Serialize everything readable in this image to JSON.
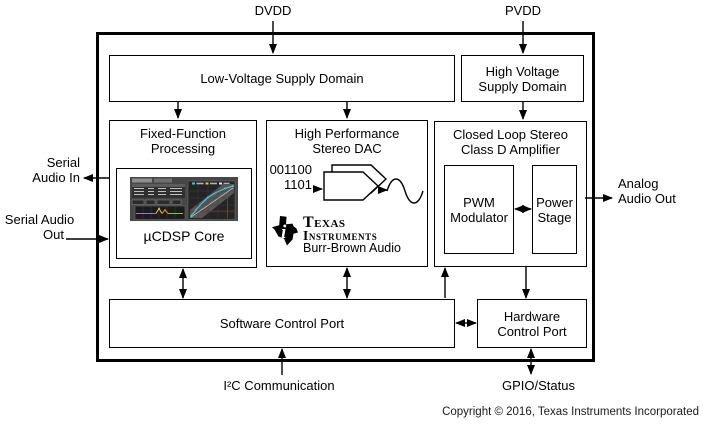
{
  "diagram": {
    "power_labels": {
      "dvdd": "DVDD",
      "pvdd": "PVDD"
    },
    "io_labels": {
      "serial_in_line1": "Serial",
      "serial_in_line2": "Audio In",
      "serial_out_line1": "Serial Audio",
      "serial_out_line2": "Out",
      "analog_out_line1": "Analog",
      "analog_out_line2": "Audio Out",
      "i2c": "I²C Communication",
      "gpio": "GPIO/Status"
    },
    "blocks": {
      "low_voltage": "Low-Voltage Supply Domain",
      "high_voltage_line1": "High Voltage",
      "high_voltage_line2": "Supply Domain",
      "fixed_function_line1": "Fixed-Function",
      "fixed_function_line2": "Processing",
      "ucdsp_core": "µCDSP Core",
      "dac_line1": "High Performance",
      "dac_line2": "Stereo DAC",
      "dac_bits_line1": "001100",
      "dac_bits_line2": "1101",
      "class_d_line1": "Closed Loop Stereo",
      "class_d_line2": "Class D Amplifier",
      "pwm_line1": "PWM",
      "pwm_line2": "Modulator",
      "power_stage_line1": "Power",
      "power_stage_line2": "Stage",
      "software_port": "Software Control Port",
      "hardware_port_line1": "Hardware",
      "hardware_port_line2": "Control Port"
    },
    "branding": {
      "name_line1": "Texas",
      "name_line2": "Instruments",
      "division": "Burr-Brown Audio"
    },
    "footer": {
      "copyright": "Copyright © 2016, Texas Instruments Incorporated"
    },
    "icons": {
      "ti_bug": "ti-texas-logo-icon",
      "dac_symbol": "dac-converter-icon",
      "sine": "sine-wave-icon",
      "screenshot": "dsp-tuning-software-thumbnail"
    },
    "colors": {
      "line": "#000000",
      "background": "#ffffff",
      "screenshot_cyan": "#3fc8da",
      "screenshot_purple": "#a86ae0",
      "screenshot_yellow": "#e3c93f",
      "screenshot_red": "#b03030"
    }
  }
}
